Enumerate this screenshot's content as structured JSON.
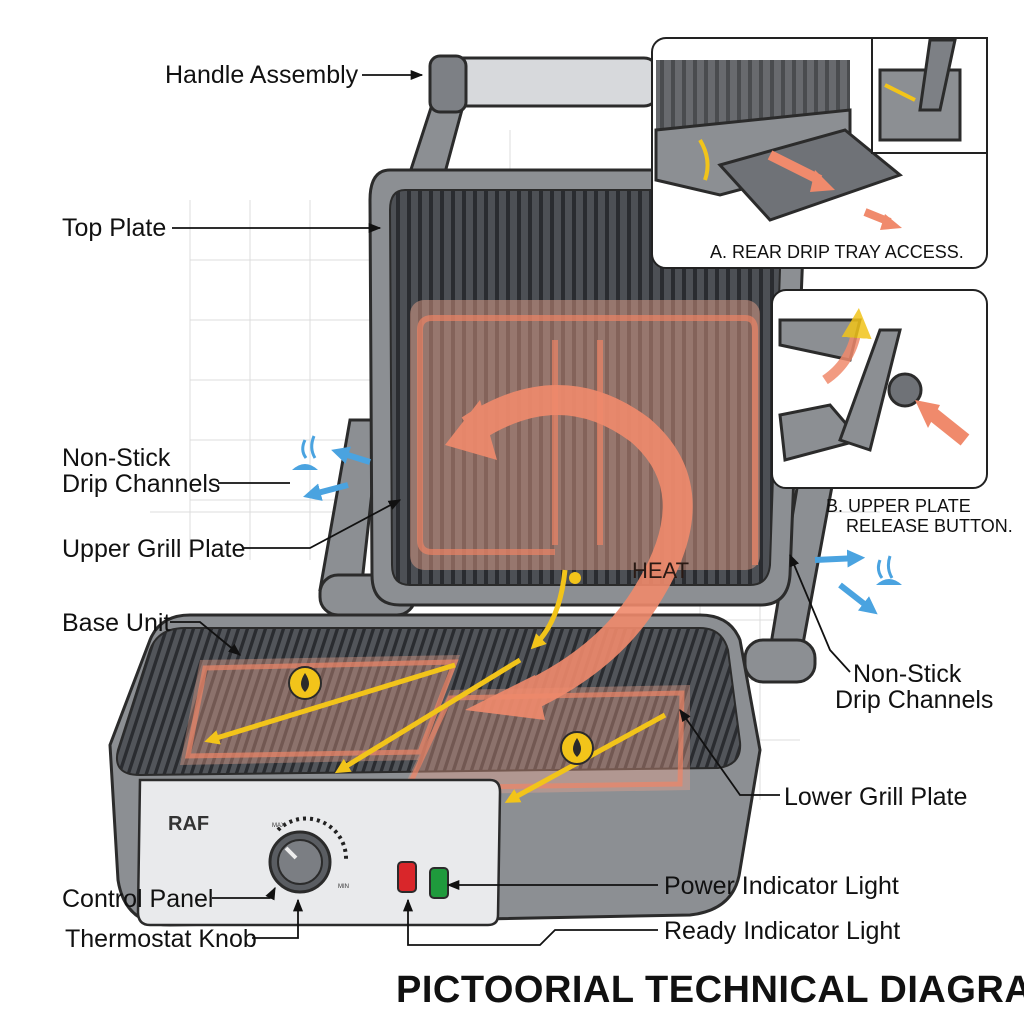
{
  "title": "PICTOORIAL TECHNICAL DIAGRAM",
  "labels": {
    "handle_assembly": "Handle Assembly",
    "top_plate": "Top Plate",
    "drip_channels_left_line1": "Non-Stick",
    "drip_channels_left_line2": "Drip Channels",
    "upper_grill_plate": "Upper Grill Plate",
    "base_unit": "Base Unit",
    "drip_channels_right_line1": "Non-Stick",
    "drip_channels_right_line2": "Drip Channels",
    "lower_grill_plate": "Lower Grill Plate",
    "control_panel": "Control Panel",
    "thermostat_knob": "Thermostat Knob",
    "power_indicator_light": "Power Indicator Light",
    "ready_indicator_light": "Ready Indicator Light",
    "heat": "HEAT"
  },
  "insets": {
    "rear_drip_tray": "A. REAR DRIP TRAY ACCESS.",
    "release_button_line1": "B. UPPER PLATE",
    "release_button_line2": "RELEASE BUTTON."
  },
  "device": {
    "brand": "RAF",
    "knob_max": "MAX",
    "knob_min": "MIN"
  },
  "colors": {
    "body": "#8c8f93",
    "plate": "#4a4d52",
    "heat": "#f08a6c",
    "drip": "#f2c41a",
    "water": "#4aa3e0",
    "power_light": "#d9262a",
    "ready_light": "#1f9a3c"
  },
  "icons": [
    "drip-drop-icon",
    "steam-icon",
    "heat-arrow-icon"
  ]
}
